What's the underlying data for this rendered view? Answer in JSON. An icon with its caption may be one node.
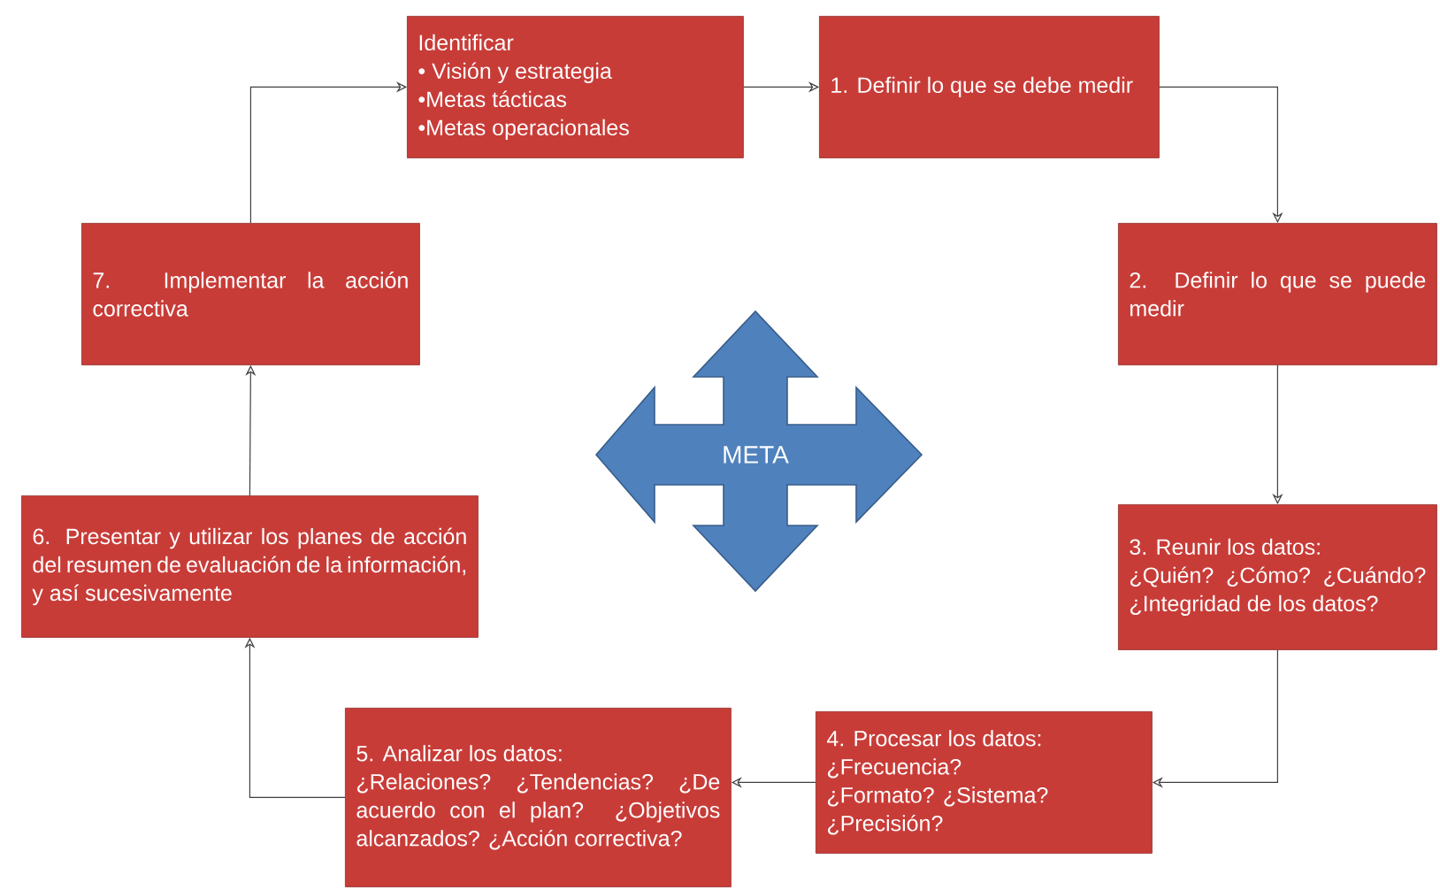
{
  "diagram": {
    "nodes": [
      {
        "text": [
          "Identificar",
          "• Visión y estrategia",
          "•Metas tácticas",
          "•Metas operacionales"
        ]
      },
      {
        "text": [
          "1. Definir lo que se debe medir"
        ]
      },
      {
        "text": [
          "2. Definir lo que se puede medir"
        ]
      },
      {
        "text": [
          "3. Reunir los datos:",
          "¿Quién? ¿Cómo? ¿Cuándo? ¿Integridad de los datos?"
        ]
      },
      {
        "text": [
          "4. Procesar los datos:",
          "¿Frecuencia?",
          "¿Formato? ¿Sistema?",
          "¿Precisión?"
        ]
      },
      {
        "text": [
          "5. Analizar los datos:",
          "¿Relaciones? ¿Tendencias? ¿De acuerdo con el plan? ¿Objetivos alcanzados? ¿Acción correctiva?"
        ]
      },
      {
        "text": [
          "6. Presentar y utilizar los planes de acción del resumen de evaluación de la información, y así sucesivamente"
        ]
      },
      {
        "text": [
          "7. Implementar la acción correctiva"
        ]
      },
      {
        "text": [
          "META"
        ]
      }
    ],
    "edges": [
      {
        "from": 0,
        "to": 1,
        "arrow": "to"
      },
      {
        "from": 1,
        "to": 2,
        "arrow": "to"
      },
      {
        "from": 2,
        "to": 3,
        "arrow": "to"
      },
      {
        "from": 3,
        "to": 4,
        "arrow": "to"
      },
      {
        "from": 4,
        "to": 5,
        "arrow": "to"
      },
      {
        "from": 5,
        "to": 6,
        "arrow": "to"
      },
      {
        "from": 6,
        "to": 7,
        "arrow": "to"
      },
      {
        "from": 7,
        "to": 0,
        "arrow": "to"
      }
    ]
  }
}
